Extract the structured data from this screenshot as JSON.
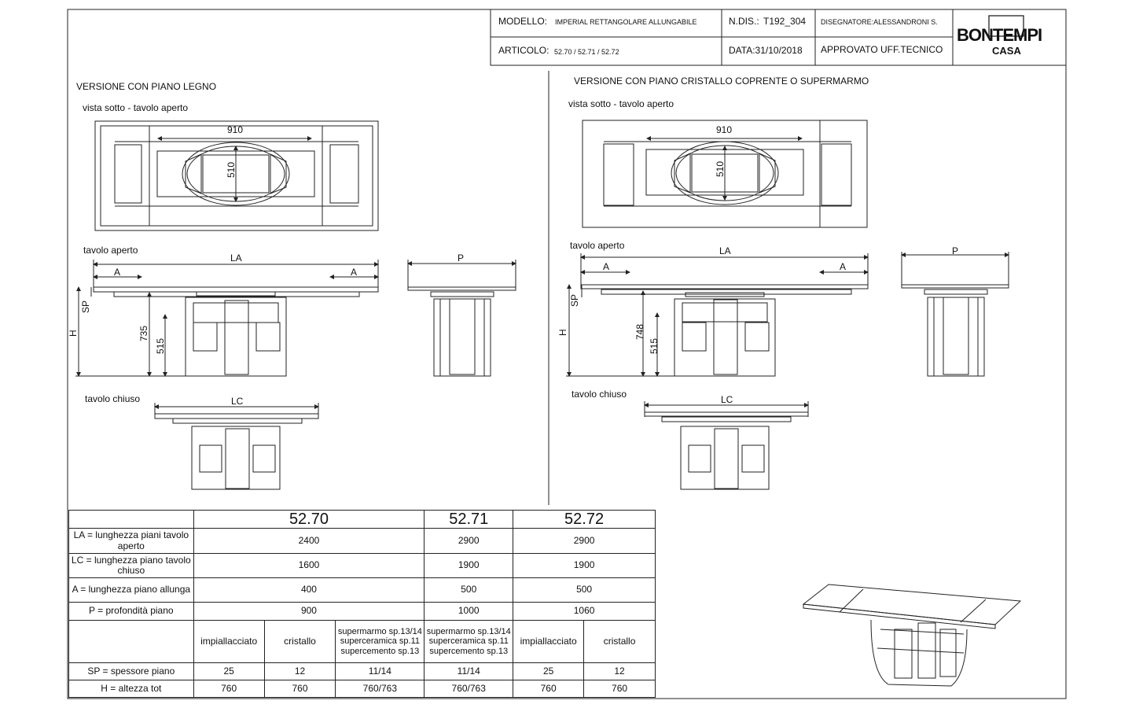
{
  "title_block": {
    "modello_label": "MODELLO:",
    "modello_value": "IMPERIAL RETTANGOLARE ALLUNGABILE",
    "ndis_label": "N.DIS.:",
    "ndis_value": "T192_304",
    "disegnatore": "DISEGNATORE:ALESSANDRONI S.",
    "articolo_label": "ARTICOLO:",
    "articolo_value": "52.70 / 52.71 / 52.72",
    "data": "DATA:31/10/2018",
    "approvato": "APPROVATO UFF.TECNICO",
    "logo_main": "BONTEMPI",
    "logo_sub": "CASA"
  },
  "left": {
    "section_title": "VERSIONE CON PIANO LEGNO",
    "view_bottom": "vista sotto - tavolo aperto",
    "view_open": "tavolo aperto",
    "view_closed": "tavolo chiuso",
    "dim_910": "910",
    "dim_510": "510",
    "dim_LA": "LA",
    "dim_A": "A",
    "dim_P": "P",
    "dim_SP": "SP",
    "dim_H": "H",
    "dim_735": "735",
    "dim_515": "515",
    "dim_LC": "LC"
  },
  "right": {
    "section_title": "VERSIONE CON PIANO CRISTALLO COPRENTE O SUPERMARMO",
    "view_bottom": "vista sotto - tavolo aperto",
    "view_open": "tavolo aperto",
    "view_closed": "tavolo chiuso",
    "dim_910": "910",
    "dim_510": "510",
    "dim_LA": "LA",
    "dim_A": "A",
    "dim_P": "P",
    "dim_SP": "SP",
    "dim_H": "H",
    "dim_748": "748",
    "dim_515": "515",
    "dim_LC": "LC"
  },
  "spec_table": {
    "models": [
      "52.70",
      "52.71",
      "52.72"
    ],
    "rows": [
      {
        "label": "LA = lunghezza piani tavolo aperto",
        "v1": "2400",
        "v2": "2900",
        "v3": "2900"
      },
      {
        "label": "LC = lunghezza piano tavolo chiuso",
        "v1": "1600",
        "v2": "1900",
        "v3": "1900"
      },
      {
        "label": "A = lunghezza piano allunga",
        "v1": "400",
        "v2": "500",
        "v3": "500"
      },
      {
        "label": "P = profondità piano",
        "v1": "900",
        "v2": "1000",
        "v3": "1060"
      }
    ],
    "finishes": {
      "f1": "impiallacciato",
      "f2": "cristallo",
      "f3": "supermarmo sp.13/14 superceramica sp.11 supercemento sp.13",
      "f4": "supermarmo sp.13/14 superceramica sp.11 supercemento sp.13",
      "f5": "impiallacciato",
      "f6": "cristallo"
    },
    "sp_row": {
      "label": "SP = spessore piano",
      "values": [
        "25",
        "12",
        "11/14",
        "11/14",
        "25",
        "12"
      ]
    },
    "h_row": {
      "label": "H = altezza tot",
      "values": [
        "760",
        "760",
        "760/763",
        "760/763",
        "760",
        "760"
      ]
    }
  }
}
